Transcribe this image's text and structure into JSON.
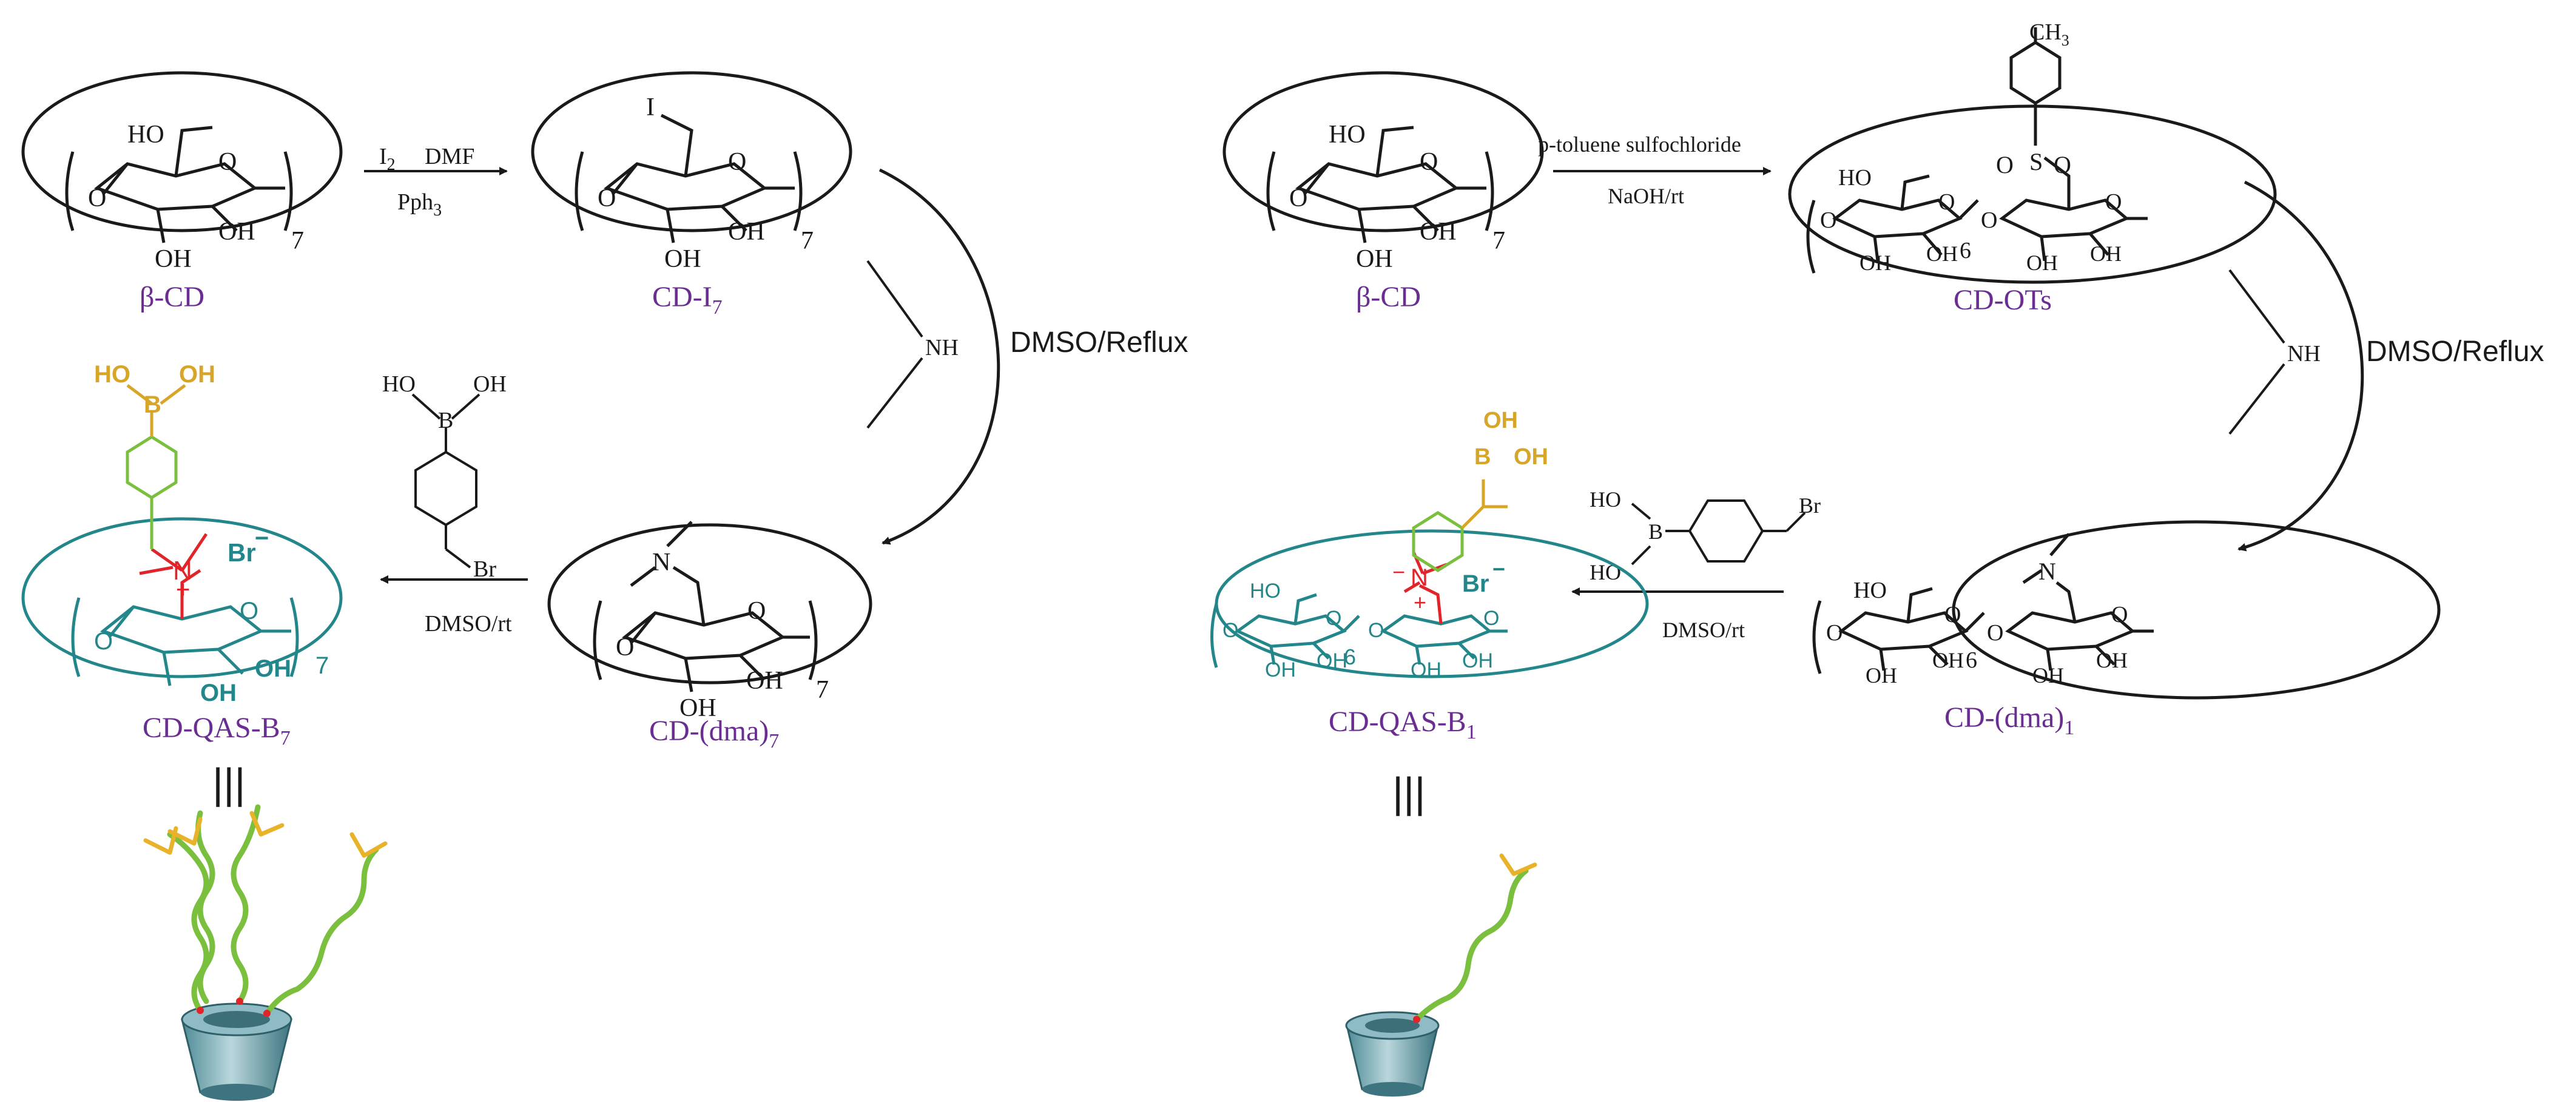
{
  "colors": {
    "purple": "#6a2d91",
    "teal": "#23868a",
    "green": "#7bbf3f",
    "gold": "#d7a629",
    "red": "#e1232a",
    "black": "#1a1a1a"
  },
  "labels": {
    "beta_cd": "β-CD",
    "cd_i7": "CD-I",
    "cd_i7_sub": "7",
    "cd_dma7": "CD-(dma)",
    "cd_dma7_sub": "7",
    "cd_qas_b7": "CD-QAS-B",
    "cd_qas_b7_sub": "7",
    "cd_ots": "CD-OTs",
    "cd_dma1": "CD-(dma)",
    "cd_dma1_sub": "1",
    "cd_qas_b1": "CD-QAS-B",
    "cd_qas_b1_sub": "1",
    "beta_cd_right": "β-CD"
  },
  "reagents": {
    "i2": "I",
    "i2_sub": "2",
    "dmf": "DMF",
    "pph3": "Pph",
    "pph3_sub": "3",
    "tosyl": "p-toluene sulfochloride",
    "naoh": "NaOH/rt",
    "dmso_reflux": "DMSO/Reflux",
    "dmso_reflux_right": "DMSO/Reflux",
    "dmso_rt": "DMSO/rt",
    "dmso_rt_right": "DMSO/rt",
    "nh": "NH",
    "nh_right": "NH",
    "br": "Br",
    "br_right": "Br",
    "br_minus": "Br",
    "ho": "HO",
    "oh": "OH",
    "b": "B",
    "i_atom": "I",
    "o": "O",
    "n": "N",
    "s": "S",
    "ch3": "CH",
    "ch3_sub": "3",
    "rep7": "7",
    "rep6": "6",
    "equiv": "|||"
  }
}
